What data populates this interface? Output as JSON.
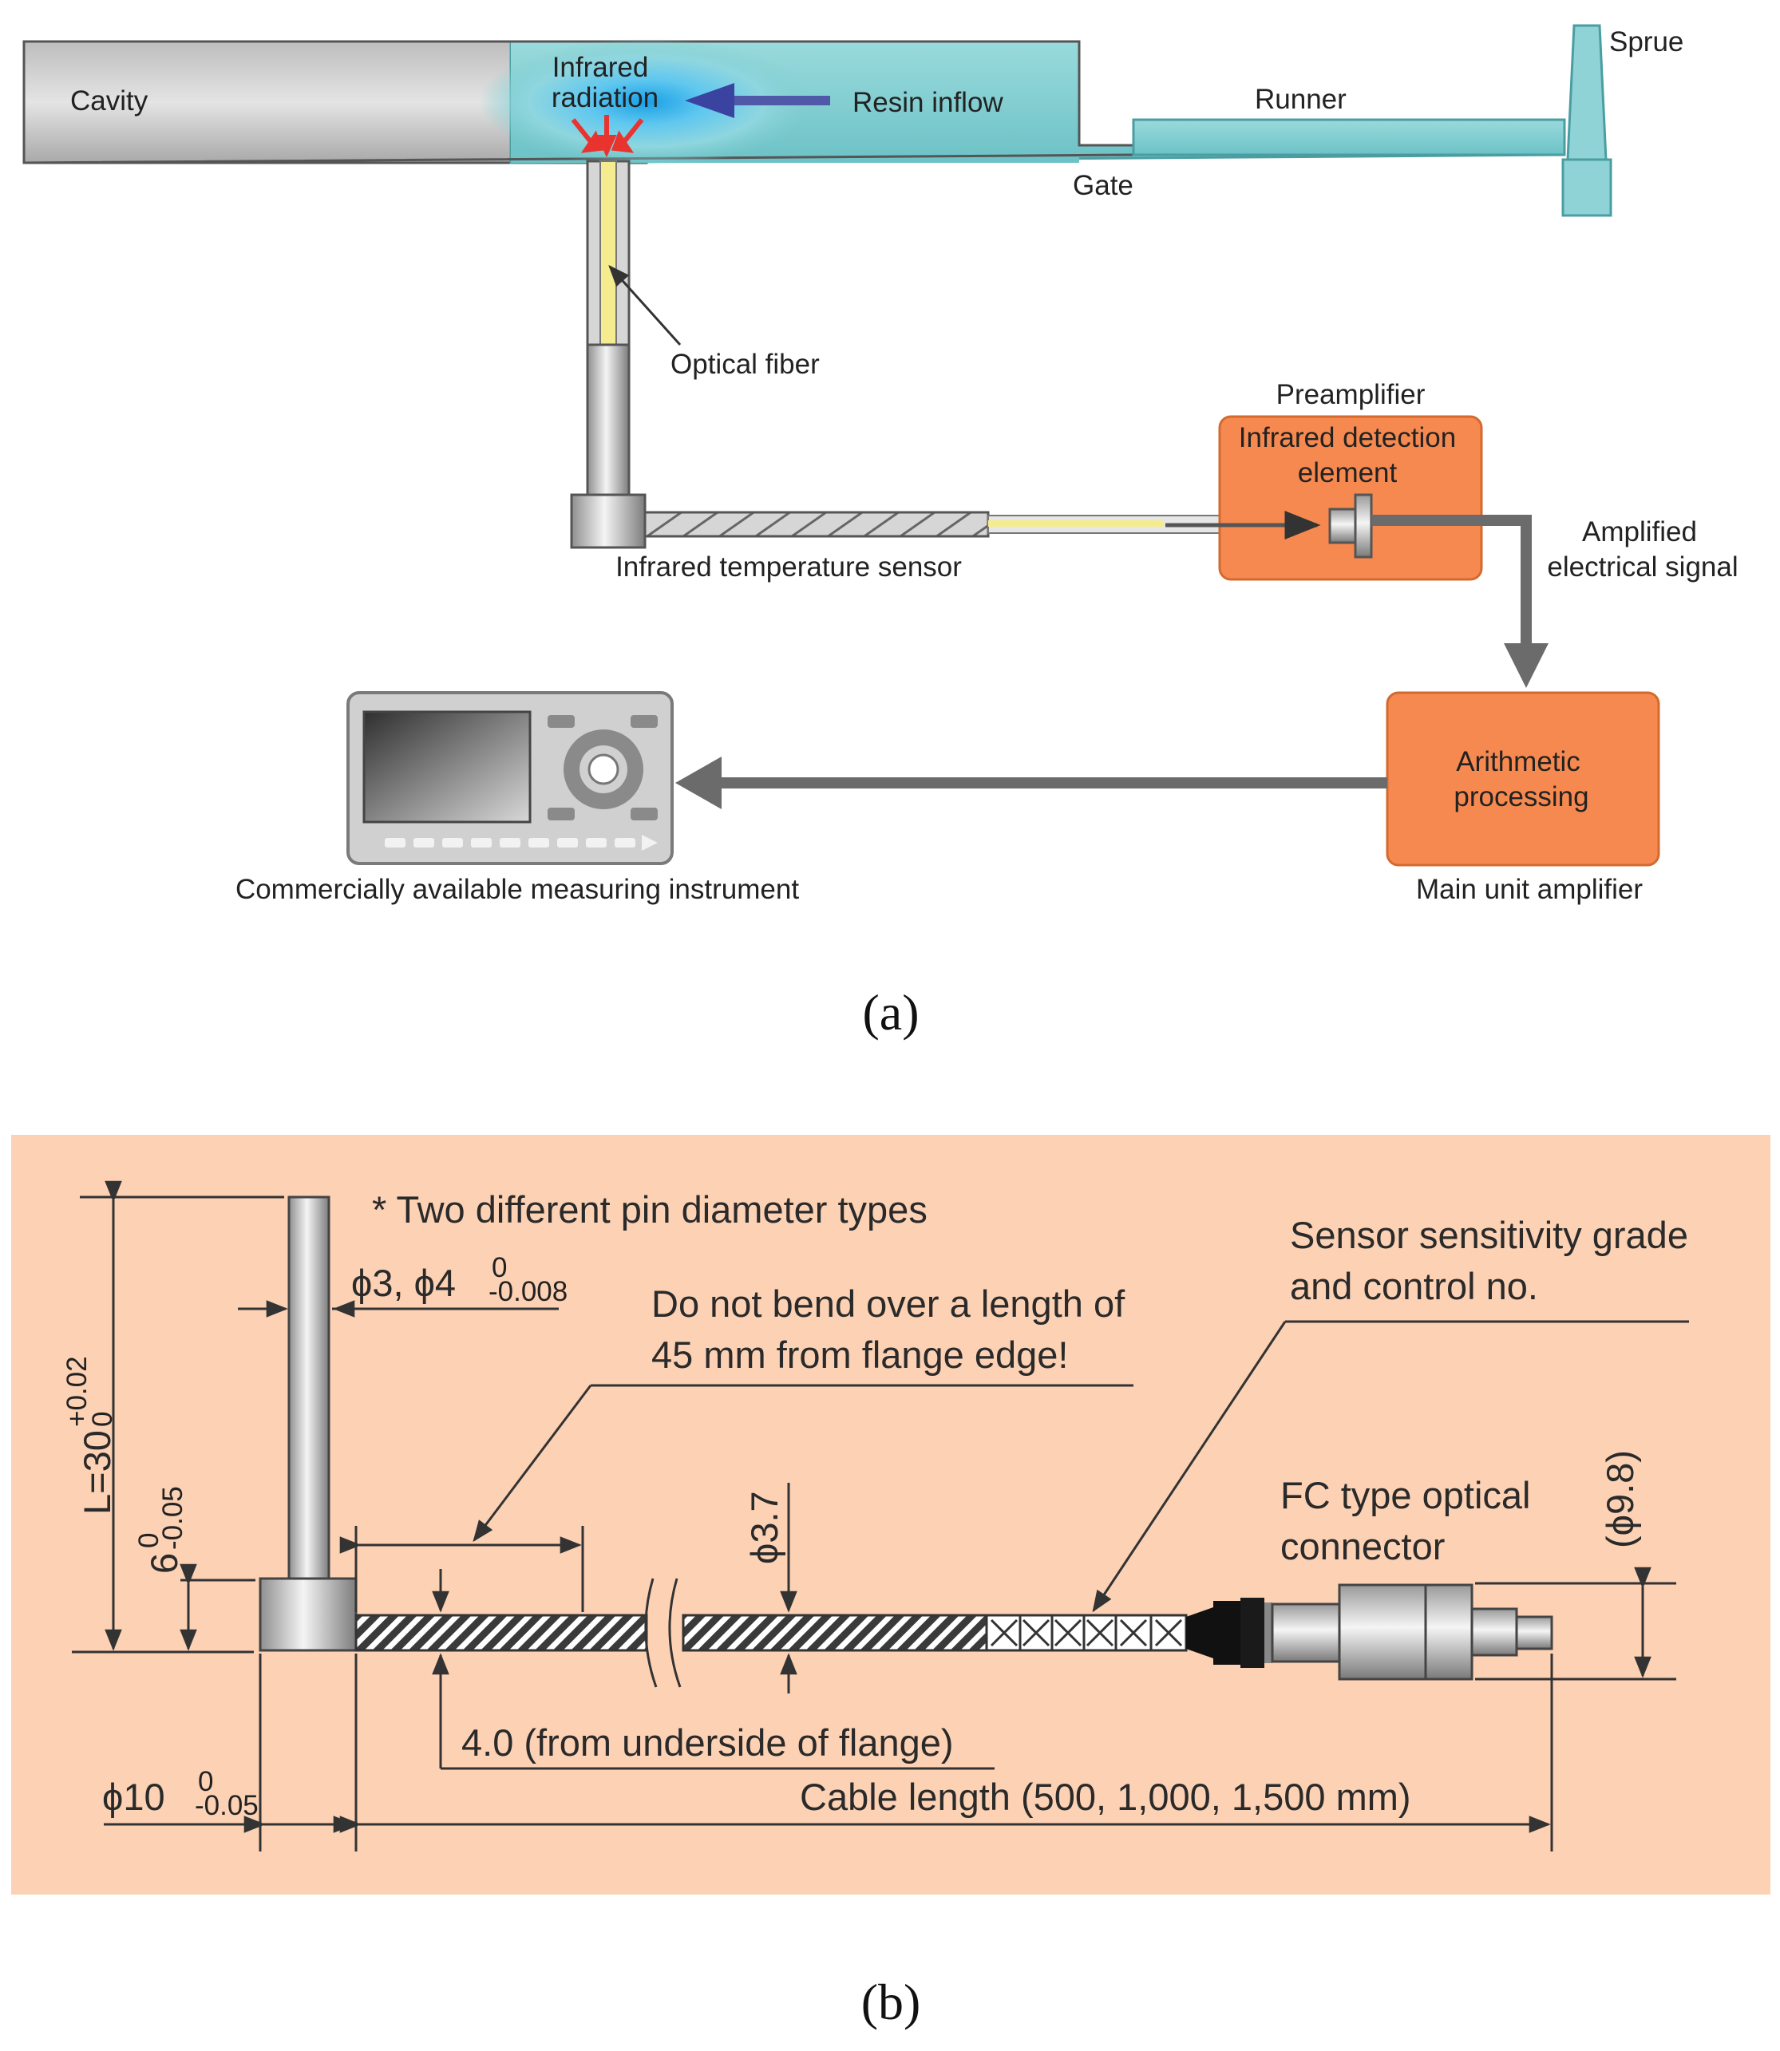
{
  "panel_a": {
    "labels": {
      "cavity": "Cavity",
      "infrared_radiation_1": "Infrared",
      "infrared_radiation_2": "radiation",
      "resin_inflow": "Resin inflow",
      "runner": "Runner",
      "sprue": "Sprue",
      "gate": "Gate",
      "optical_fiber": "Optical fiber",
      "preamplifier": "Preamplifier",
      "detection_1": "Infrared detection",
      "detection_2": "element",
      "sensor": "Infrared temperature sensor",
      "amplified_1": "Amplified",
      "amplified_2": "electrical signal",
      "arithmetic_1": "Arithmetic",
      "arithmetic_2": "processing",
      "main_unit": "Main unit amplifier",
      "instrument": "Commercially available measuring instrument"
    },
    "caption": "(a)",
    "colors": {
      "mold_cyan": "#7ecdd0",
      "orange_box": "#f6894f",
      "arrow_gray": "#6b6b6b"
    }
  },
  "panel_b": {
    "labels": {
      "pin_types": "* Two different pin diameter types",
      "pin_dia_main": "ϕ3, ϕ4",
      "pin_dia_tol_top": "0",
      "pin_dia_tol_bottom": "-0.008",
      "no_bend_1": "Do not bend over a length of",
      "no_bend_2": "45 mm from flange edge!",
      "sensitivity_1": "Sensor sensitivity grade",
      "sensitivity_2": "and control no.",
      "length_main": "L=30",
      "length_tol_top": "+0.02",
      "length_tol_bottom": "0",
      "flange_height_main": "6",
      "flange_height_tol_top": "0",
      "flange_height_tol_bottom": "-0.05",
      "cable_dia": "ϕ3.7",
      "connector_1": "FC type optical",
      "connector_2": "connector",
      "connector_dia": "(ϕ9.8)",
      "from_flange": "4.0 (from underside of flange)",
      "flange_dia_main": "ϕ10",
      "flange_dia_tol_top": "0",
      "flange_dia_tol_bottom": "-0.05",
      "cable_length": "Cable length (500, 1,000, 1,500 mm)"
    },
    "caption": "(b)",
    "colors": {
      "background": "#fcd1b4"
    }
  }
}
